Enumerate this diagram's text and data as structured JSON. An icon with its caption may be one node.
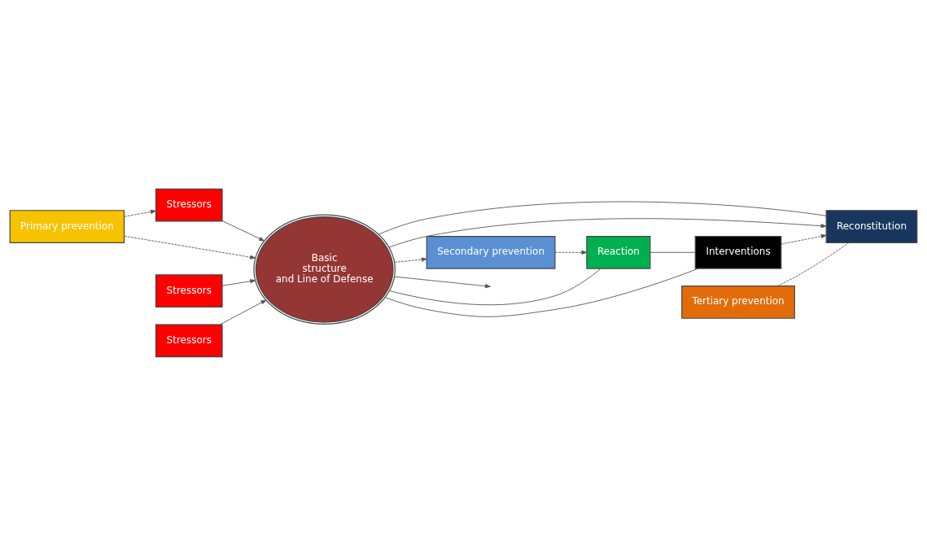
{
  "diagram": {
    "nodes": [
      {
        "text": [
          "Primary prevention"
        ]
      },
      {
        "text": [
          "Stressors"
        ]
      },
      {
        "text": [
          "Stressors"
        ]
      },
      {
        "text": [
          "Basic structure and Line of Defense"
        ]
      },
      {
        "text": [
          "Secondary prevention"
        ]
      },
      {
        "text": [
          "Reaction"
        ]
      },
      {
        "text": [
          "Tertiary prevention"
        ]
      },
      {
        "text": [
          "Interventions"
        ]
      },
      {
        "text": [
          "Reconstitution"
        ]
      },
      {
        "text": [
          "Stressors"
        ]
      }
    ],
    "edges": [
      {
        "from": 0,
        "to": 1,
        "arrow": "to",
        "style": "dashed"
      },
      {
        "from": 1,
        "to": 3,
        "arrow": "to"
      },
      {
        "from": 2,
        "to": 3,
        "arrow": "to"
      },
      {
        "from": 0,
        "to": 3,
        "arrow": "to",
        "style": "dashed"
      },
      {
        "from": 3,
        "to": 4,
        "arrow": "to",
        "style": "dashed"
      },
      {
        "from": 3,
        "to": null,
        "arrow": "to"
      },
      {
        "from": 4,
        "to": 5,
        "arrow": "to",
        "style": "dashed"
      },
      {
        "from": 5,
        "to": 3,
        "arrow": "none"
      },
      {
        "from": 5,
        "to": 7,
        "arrow": "none"
      },
      {
        "from": 7,
        "to": 3,
        "arrow": "none"
      },
      {
        "from": 9,
        "to": 3,
        "arrow": "to"
      },
      {
        "from": 3,
        "to": 8,
        "arrow": "to"
      },
      {
        "from": 8,
        "to": 3,
        "arrow": "none"
      },
      {
        "from": 7,
        "to": 8,
        "arrow": "to",
        "style": "dashed"
      },
      {
        "from": 6,
        "to": 8,
        "arrow": "none",
        "style": "dashed"
      }
    ]
  }
}
